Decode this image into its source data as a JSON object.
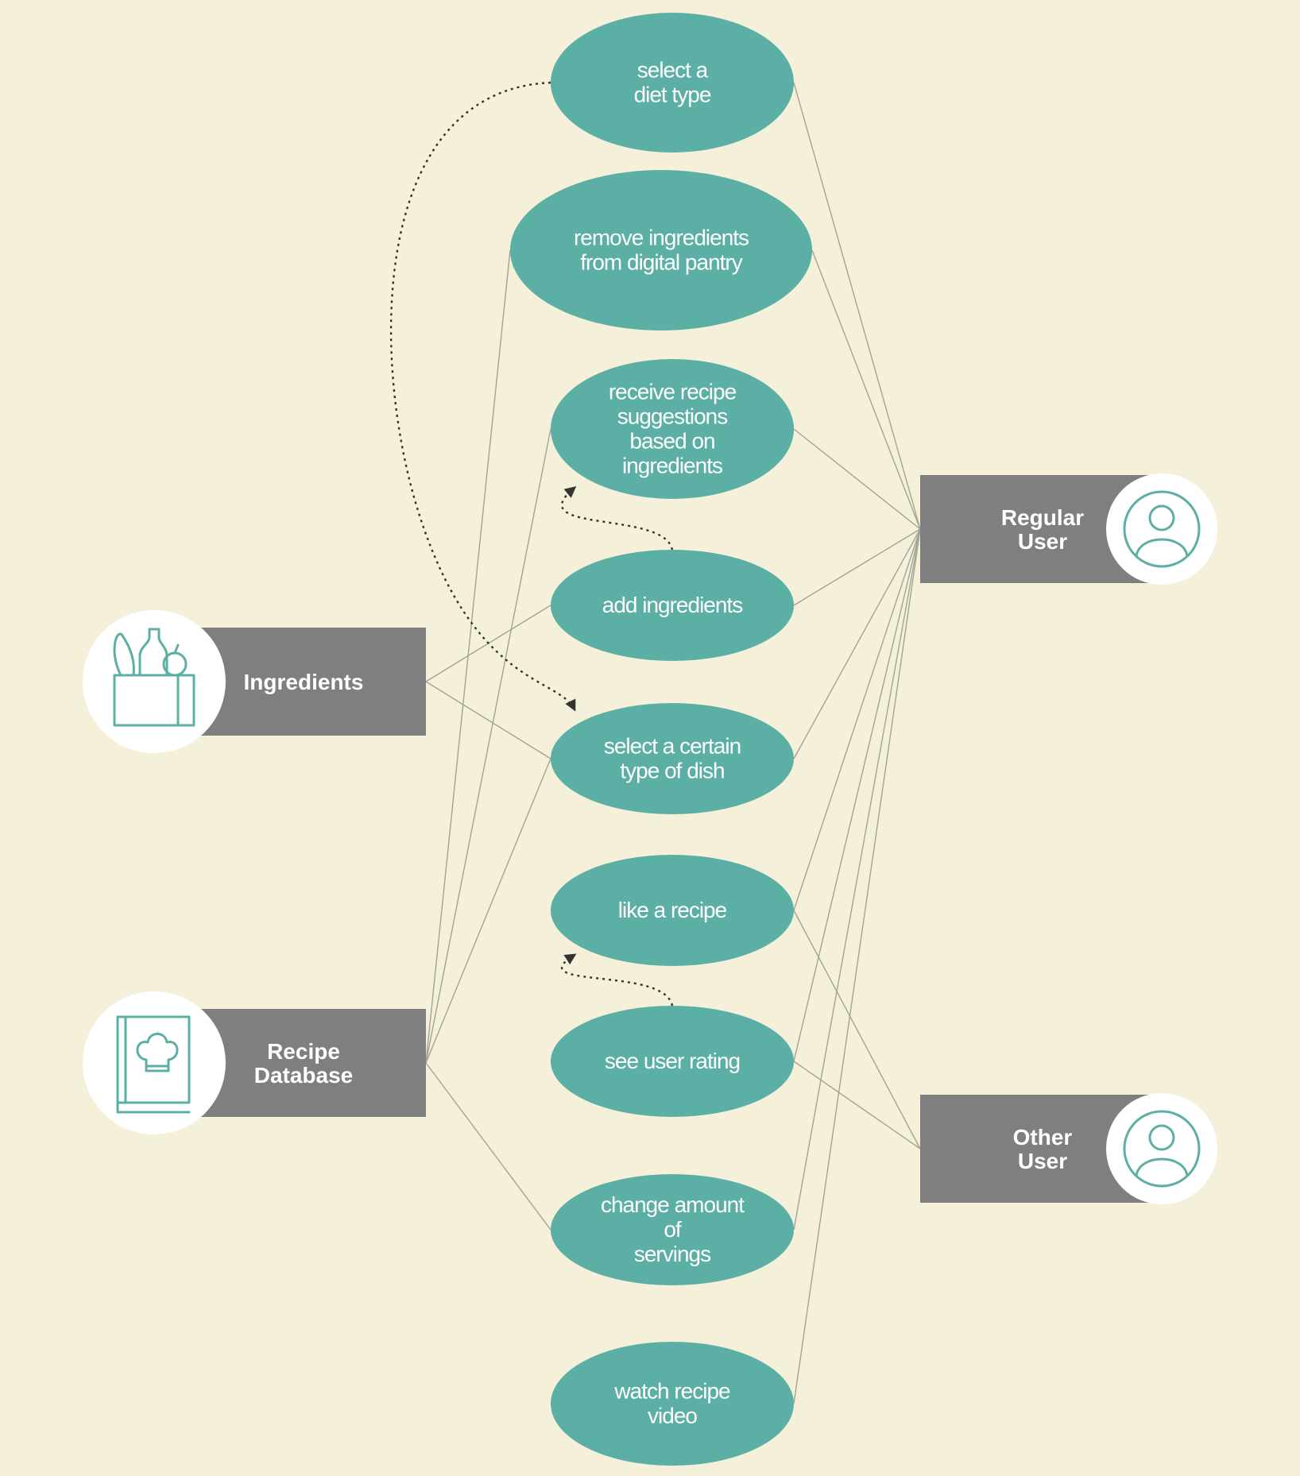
{
  "diagram": {
    "use_cases": [
      {
        "id": "select-diet-type",
        "lines": [
          "select a",
          "diet type"
        ]
      },
      {
        "id": "remove-ingredients",
        "lines": [
          "remove ingredients",
          "from digital pantry"
        ]
      },
      {
        "id": "receive-suggestions",
        "lines": [
          "receive recipe",
          "suggestions",
          "based on",
          "ingredients"
        ]
      },
      {
        "id": "add-ingredients",
        "lines": [
          "add ingredients"
        ]
      },
      {
        "id": "select-dish-type",
        "lines": [
          "select a certain",
          "type of dish"
        ]
      },
      {
        "id": "like-recipe",
        "lines": [
          "like a recipe"
        ]
      },
      {
        "id": "see-user-rating",
        "lines": [
          "see user rating"
        ]
      },
      {
        "id": "change-servings",
        "lines": [
          "change amount",
          "of",
          "servings"
        ]
      },
      {
        "id": "watch-video",
        "lines": [
          "watch recipe",
          "video"
        ]
      }
    ],
    "actors": [
      {
        "id": "ingredients",
        "lines": [
          "Ingredients"
        ],
        "icon": "grocery-bag-icon"
      },
      {
        "id": "recipe-database",
        "lines": [
          "Recipe",
          "Database"
        ],
        "icon": "recipe-book-icon"
      },
      {
        "id": "regular-user",
        "lines": [
          "Regular",
          "User"
        ],
        "icon": "user-icon"
      },
      {
        "id": "other-user",
        "lines": [
          "Other",
          "User"
        ],
        "icon": "user-icon"
      }
    ],
    "associations": [
      [
        "ingredients",
        "add-ingredients"
      ],
      [
        "ingredients",
        "select-dish-type"
      ],
      [
        "recipe-database",
        "remove-ingredients"
      ],
      [
        "recipe-database",
        "receive-suggestions"
      ],
      [
        "recipe-database",
        "select-dish-type"
      ],
      [
        "recipe-database",
        "change-servings"
      ],
      [
        "regular-user",
        "select-diet-type"
      ],
      [
        "regular-user",
        "remove-ingredients"
      ],
      [
        "regular-user",
        "receive-suggestions"
      ],
      [
        "regular-user",
        "add-ingredients"
      ],
      [
        "regular-user",
        "select-dish-type"
      ],
      [
        "regular-user",
        "like-recipe"
      ],
      [
        "regular-user",
        "see-user-rating"
      ],
      [
        "regular-user",
        "change-servings"
      ],
      [
        "regular-user",
        "watch-video"
      ],
      [
        "other-user",
        "like-recipe"
      ],
      [
        "other-user",
        "see-user-rating"
      ]
    ],
    "dependencies": [
      [
        "select-diet-type",
        "select-dish-type"
      ],
      [
        "add-ingredients",
        "receive-suggestions"
      ],
      [
        "see-user-rating",
        "like-recipe"
      ]
    ],
    "colors": {
      "background": "#f4f0d9",
      "use_case_fill": "#5bafa4",
      "actor_fill": "#7f7f7f",
      "line": "#a3a396",
      "dependency_line": "#333333",
      "icon": "#5bafa4"
    }
  }
}
